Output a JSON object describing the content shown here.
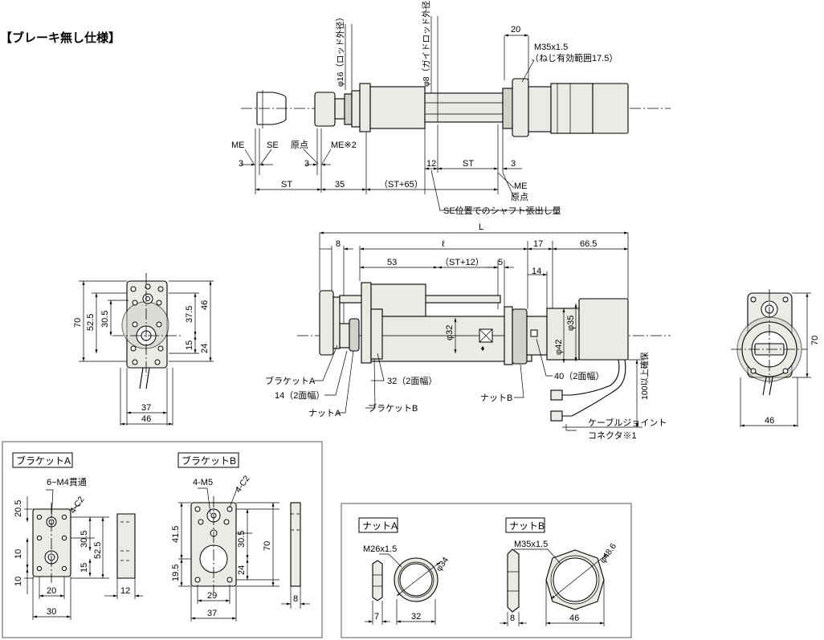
{
  "title": "【ブレーキ無し仕様】",
  "top_view": {
    "thread_label": "M35x1.5",
    "thread_range": "（ねじ有効範囲17.5）",
    "dim_20": "20",
    "phi16_label": "φ16（ロッド外径）",
    "phi8_label": "φ8（ガイドロッド外径）",
    "me": "ME",
    "se": "SE",
    "origin": "原点",
    "me_note": "ME※2",
    "d3a": "3",
    "d3b": "3",
    "d3c": "3",
    "d12": "12",
    "st": "ST",
    "st_bottom": "ST",
    "d35": "35",
    "st65": "（ST+65）",
    "me_right": "ME",
    "origin_right": "原点",
    "shaft_note": "SE位置でのシャフト張出し量"
  },
  "main_view": {
    "L": "L",
    "d8": "8",
    "ell": "ℓ",
    "d17": "17",
    "d66_5": "66.5",
    "d53": "53",
    "st12": "（ST+12）",
    "d5": "5",
    "d14": "14",
    "phi32": "φ32",
    "phi35": "φ35",
    "phi42": "φ42",
    "bracket_a": "ブラケットA",
    "w14": "14（2面幅）",
    "nut_a": "ナットA",
    "bracket_b": "ブラケットB",
    "w32": "32（2面幅）",
    "nut_b": "ナットB",
    "w40": "40（2面幅）",
    "cable_len": "100以上確保",
    "cable_joint": "ケーブルジョイント",
    "connector": "コネクタ※1"
  },
  "left_view": {
    "d70": "70",
    "d52_5": "52.5",
    "d30_5": "30.5",
    "d37_5": "37.5",
    "d46": "46",
    "d15": "15",
    "d24": "24",
    "d37": "37",
    "d46_bottom": "46"
  },
  "right_view": {
    "d70": "70",
    "d46": "46"
  },
  "bracket_a_panel": {
    "label": "ブラケットA",
    "holes": "6−M4貫通",
    "chamfer": "4-C2",
    "d20_5": "20.5",
    "d10a": "10",
    "d10b": "10",
    "d30_5": "30.5",
    "d52_5": "52.5",
    "d15": "15",
    "d20": "20",
    "d30": "30",
    "d12": "12"
  },
  "bracket_b_panel": {
    "label": "ブラケットB",
    "holes": "4-M5",
    "chamfer": "4-C2",
    "d41_5": "41.5",
    "d19_5": "19.5",
    "d30_5": "30.5",
    "d24": "24",
    "d70": "70",
    "d29": "29",
    "d37": "37",
    "d8": "8"
  },
  "nut_a_panel": {
    "label": "ナットA",
    "thread": "M26x1.5",
    "phi34": "φ34",
    "d7": "7",
    "d32": "32"
  },
  "nut_b_panel": {
    "label": "ナットB",
    "thread": "M35x1.5",
    "phi48_6": "φ48.6",
    "d8": "8",
    "d46": "46"
  }
}
